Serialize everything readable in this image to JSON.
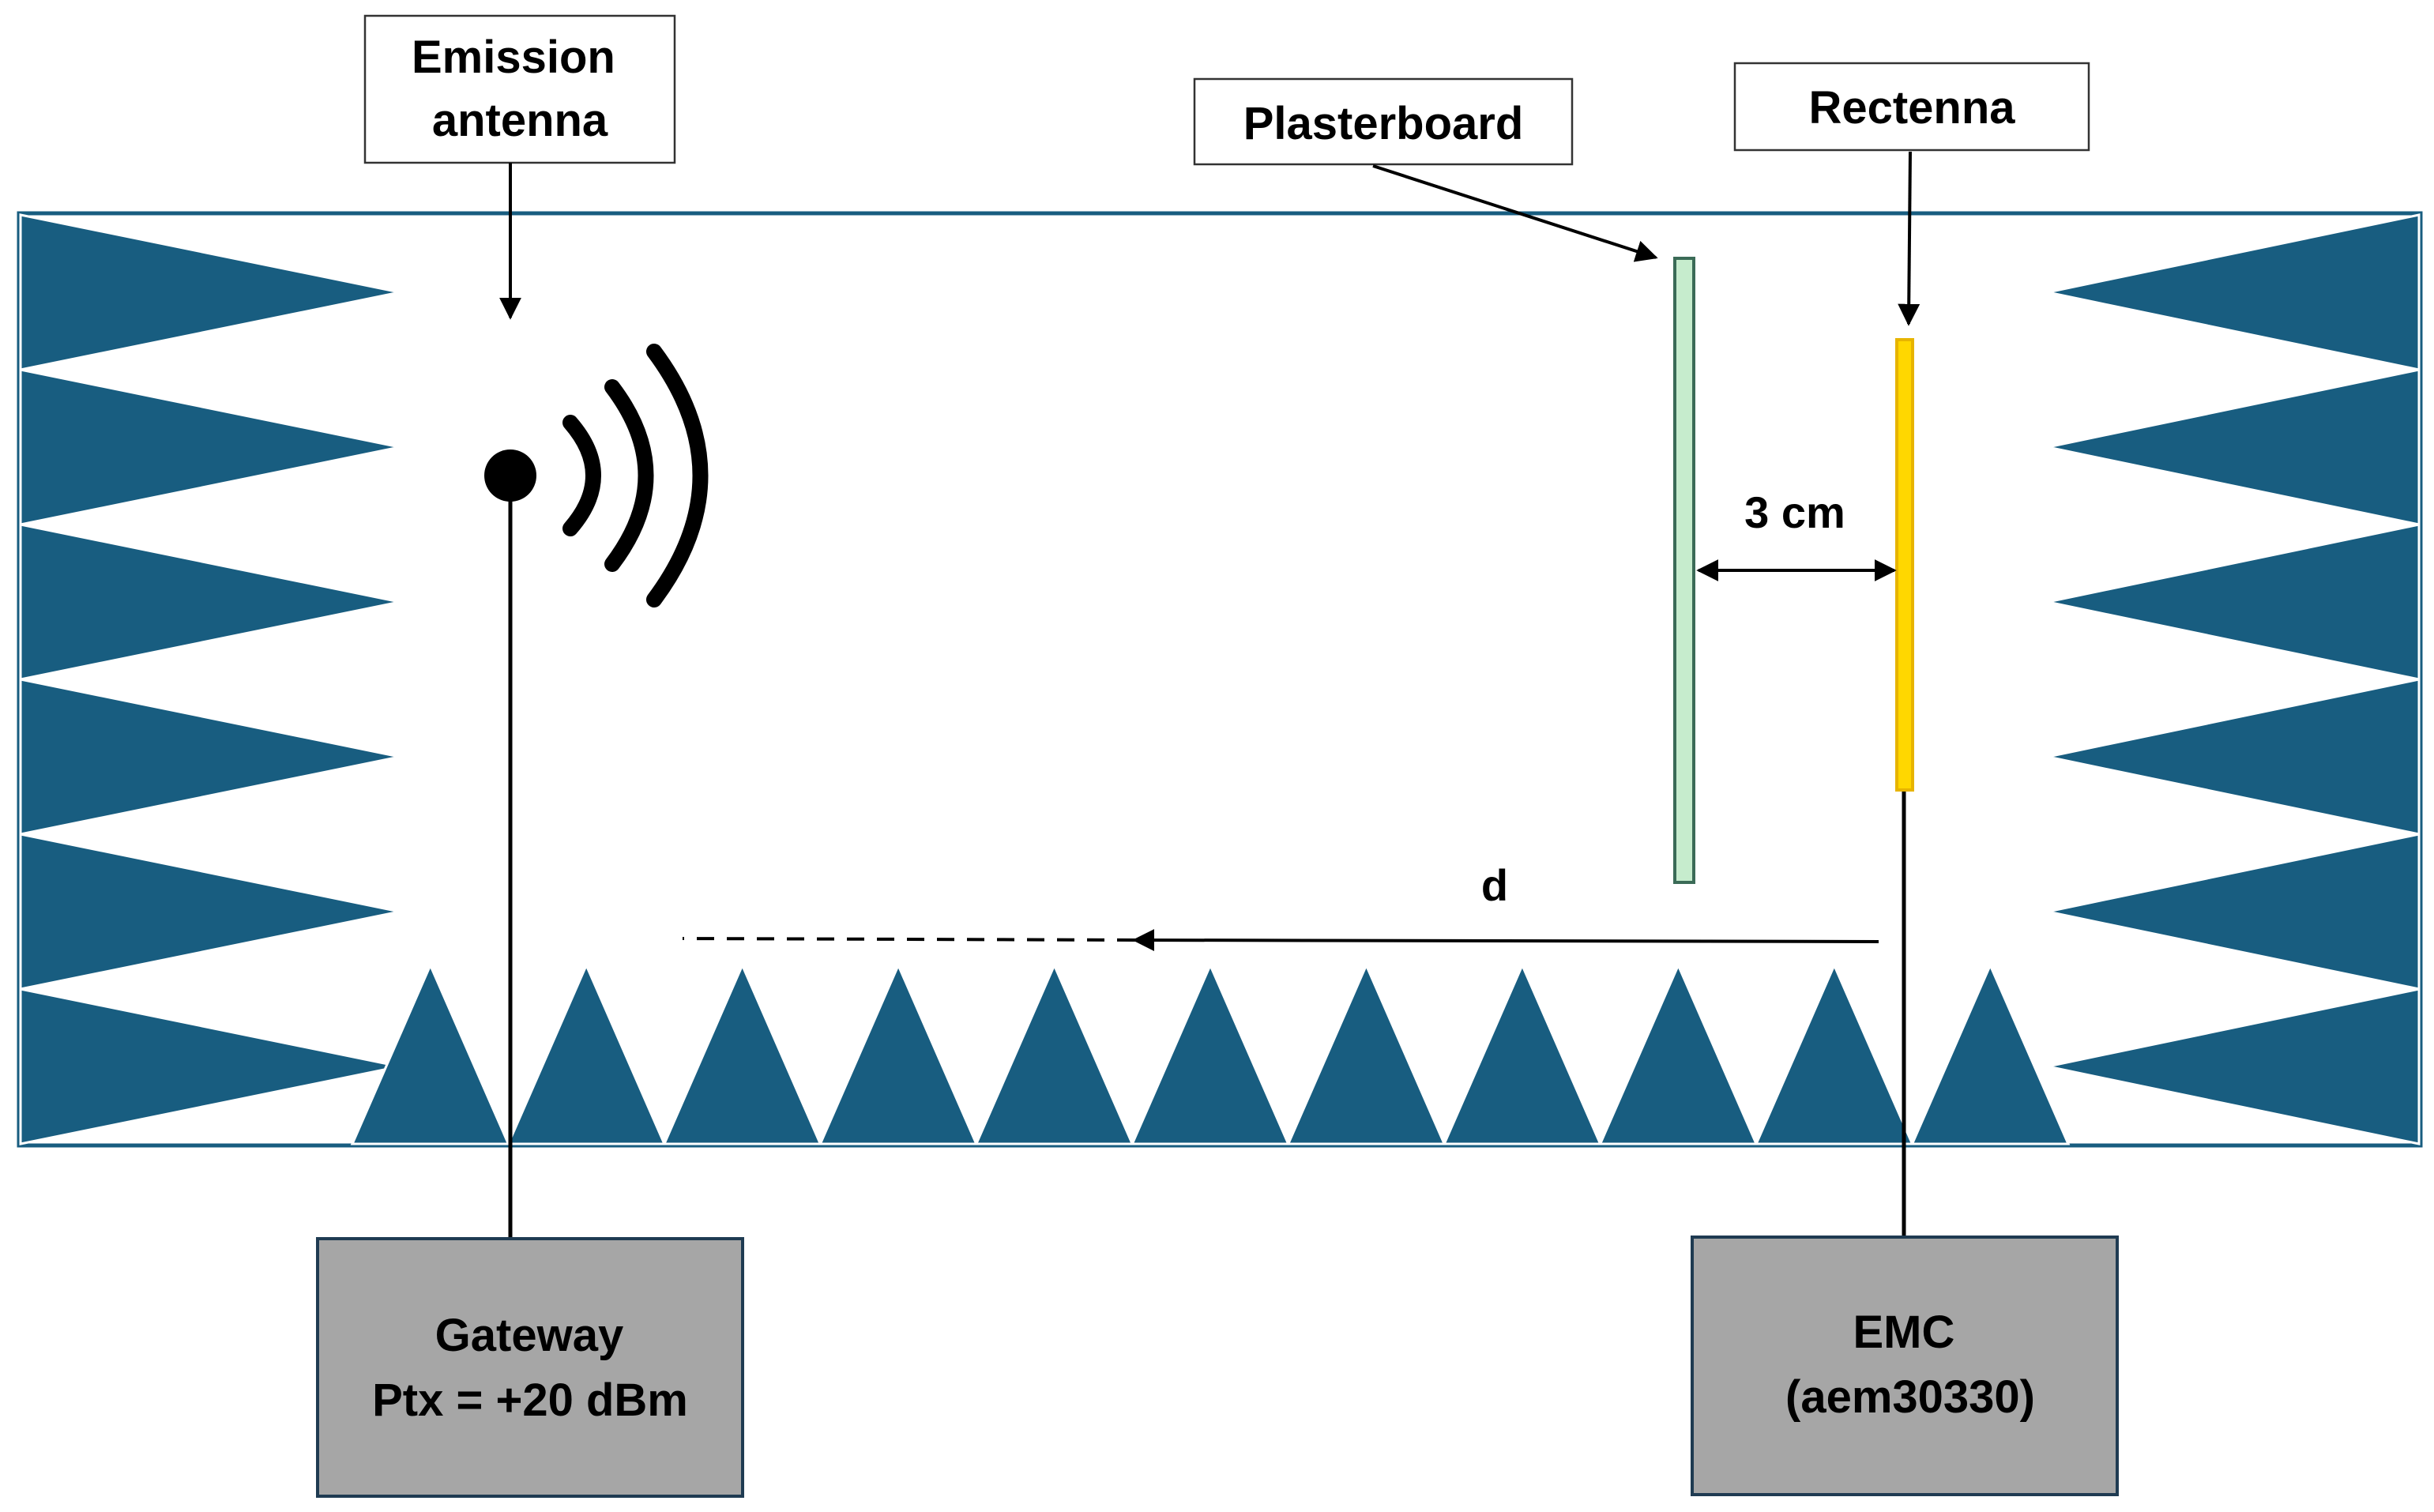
{
  "labels": {
    "emission_antenna": [
      "Emission",
      "antenna"
    ],
    "plasterboard": "Plasterboard",
    "rectenna": "Rectenna",
    "gap": "3 cm",
    "distance": "d"
  },
  "boxes": {
    "gateway": [
      "Gateway",
      "Ptx = +20 dBm"
    ],
    "emc": [
      "EMC",
      "(aem30330)"
    ]
  },
  "colors": {
    "absorber": "#185d80",
    "plasterboard_fill": "#c6eccd",
    "plasterboard_stroke": "#3b6b57",
    "rectenna_fill": "#ffd700",
    "rectenna_stroke": "#e7b400",
    "box_fill": "#a6a6a6",
    "line": "#000000"
  },
  "absorbers": {
    "left_count": 6,
    "right_count": 6,
    "floor_count": 11
  },
  "icons": {
    "wireless_signal": "wifi-signal-icon"
  }
}
